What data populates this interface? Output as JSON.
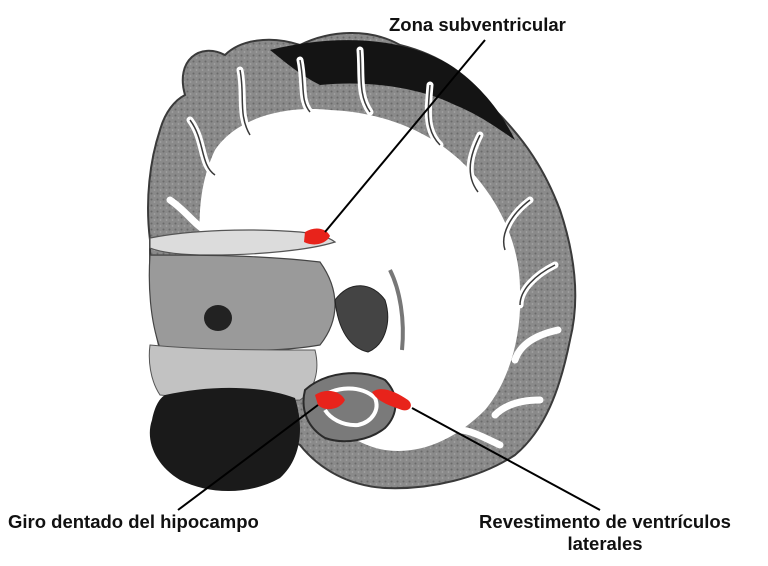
{
  "labels": {
    "subventricular_zone": "Zona subventricular",
    "dentate_gyrus": "Giro dentado del hipocampo",
    "ventricle_lining_line1": "Revestimento de ventrículos",
    "ventricle_lining_line2": "laterales"
  },
  "colors": {
    "highlight": "#e8231b",
    "tissue_gray": "#8c8c8c",
    "tissue_dark": "#1e1e1e",
    "white_matter": "#ffffff",
    "line": "#000000"
  }
}
